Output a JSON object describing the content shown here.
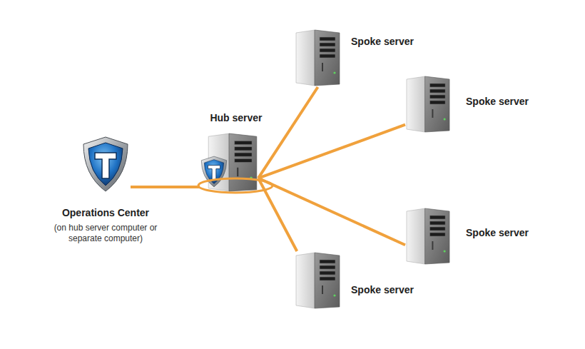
{
  "diagram": {
    "nodes": [
      {
        "text": [
          "Operations Center",
          "(on hub server computer or separate computer)"
        ]
      },
      {
        "text": [
          "Hub server"
        ]
      },
      {
        "text": [
          "Spoke server"
        ]
      },
      {
        "text": [
          "Spoke server"
        ]
      },
      {
        "text": [
          "Spoke server"
        ]
      },
      {
        "text": [
          "Spoke server"
        ]
      }
    ],
    "edges": [
      {
        "from": 0,
        "to": 1,
        "arrow": "none"
      },
      {
        "from": 1,
        "to": 2,
        "arrow": "none"
      },
      {
        "from": 1,
        "to": 3,
        "arrow": "none"
      },
      {
        "from": 1,
        "to": 4,
        "arrow": "none"
      },
      {
        "from": 1,
        "to": 5,
        "arrow": "none"
      }
    ]
  }
}
